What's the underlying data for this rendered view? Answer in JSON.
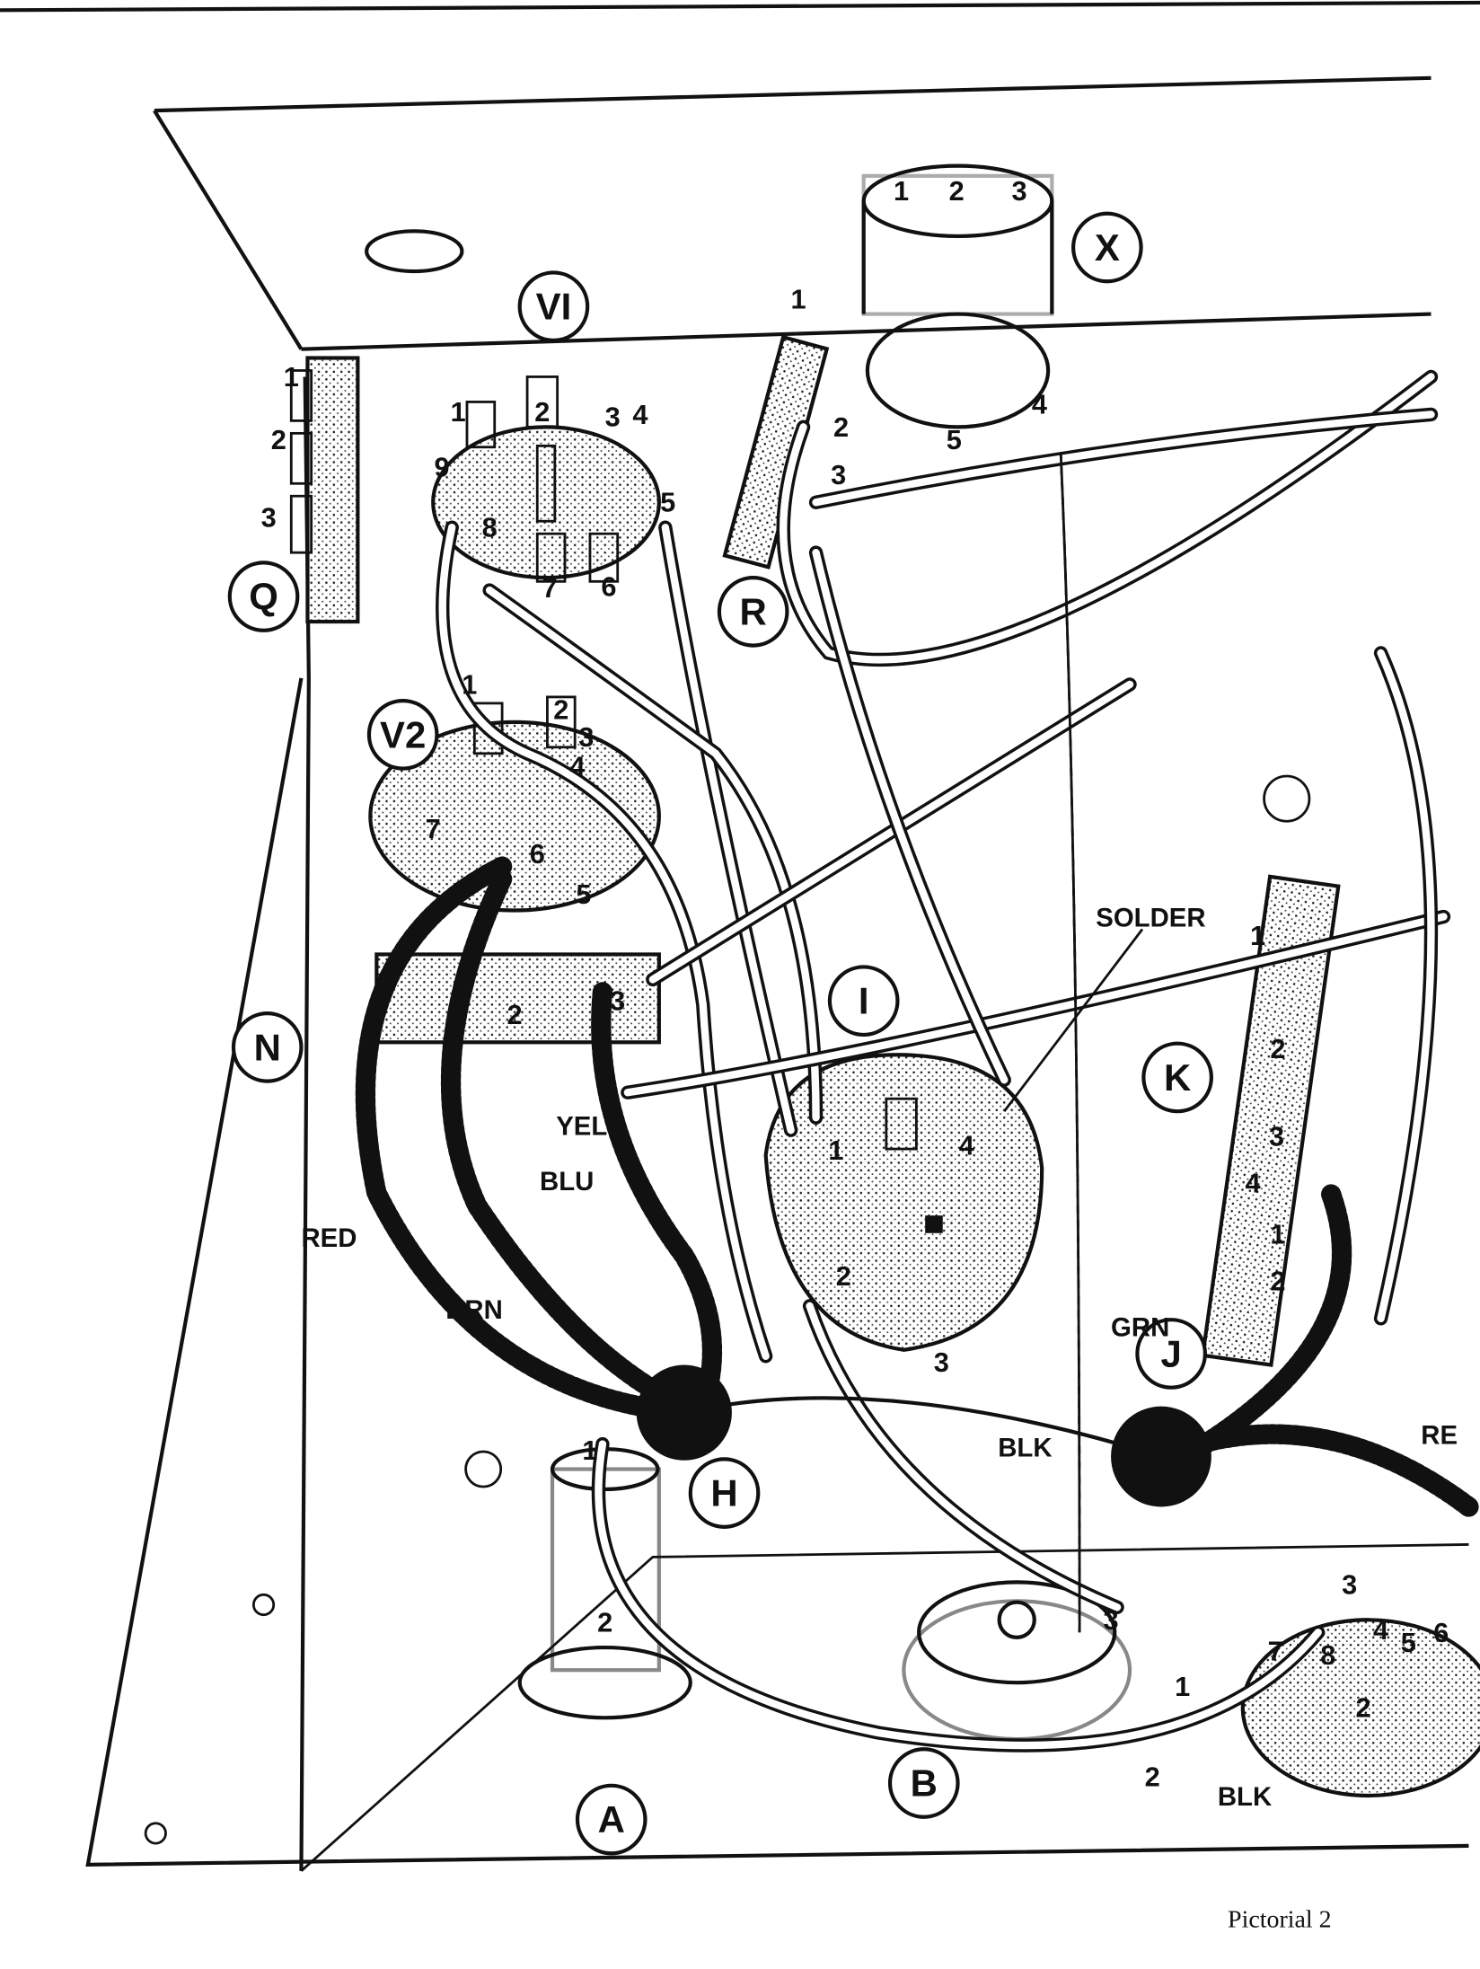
{
  "title": "Pictorial 2",
  "components": [
    {
      "id": "X",
      "label": "X"
    },
    {
      "id": "VI",
      "label": "VI"
    },
    {
      "id": "Q",
      "label": "Q"
    },
    {
      "id": "R",
      "label": "R"
    },
    {
      "id": "V2",
      "label": "V2"
    },
    {
      "id": "N",
      "label": "N"
    },
    {
      "id": "I",
      "label": "I"
    },
    {
      "id": "K",
      "label": "K"
    },
    {
      "id": "J",
      "label": "J"
    },
    {
      "id": "H",
      "label": "H"
    },
    {
      "id": "A",
      "label": "A"
    },
    {
      "id": "B",
      "label": "B"
    }
  ],
  "wire_labels": [
    "SOLDER",
    "YEL",
    "BLU",
    "RED",
    "BRN",
    "GRN",
    "BLK",
    "BLK",
    "RE"
  ],
  "pin_numbers": [
    "1",
    "2",
    "3",
    "1",
    "2",
    "3",
    "4",
    "5",
    "1",
    "2",
    "3",
    "4",
    "5",
    "6",
    "7",
    "8",
    "9",
    "1",
    "2",
    "3",
    "1",
    "2",
    "3",
    "4",
    "5",
    "6",
    "7",
    "1",
    "2",
    "3",
    "1",
    "2",
    "3",
    "4",
    "1",
    "2",
    "3",
    "4",
    "1",
    "2",
    "1",
    "2",
    "3",
    "1",
    "2",
    "3",
    "4",
    "5",
    "6",
    "7",
    "8",
    "2"
  ]
}
